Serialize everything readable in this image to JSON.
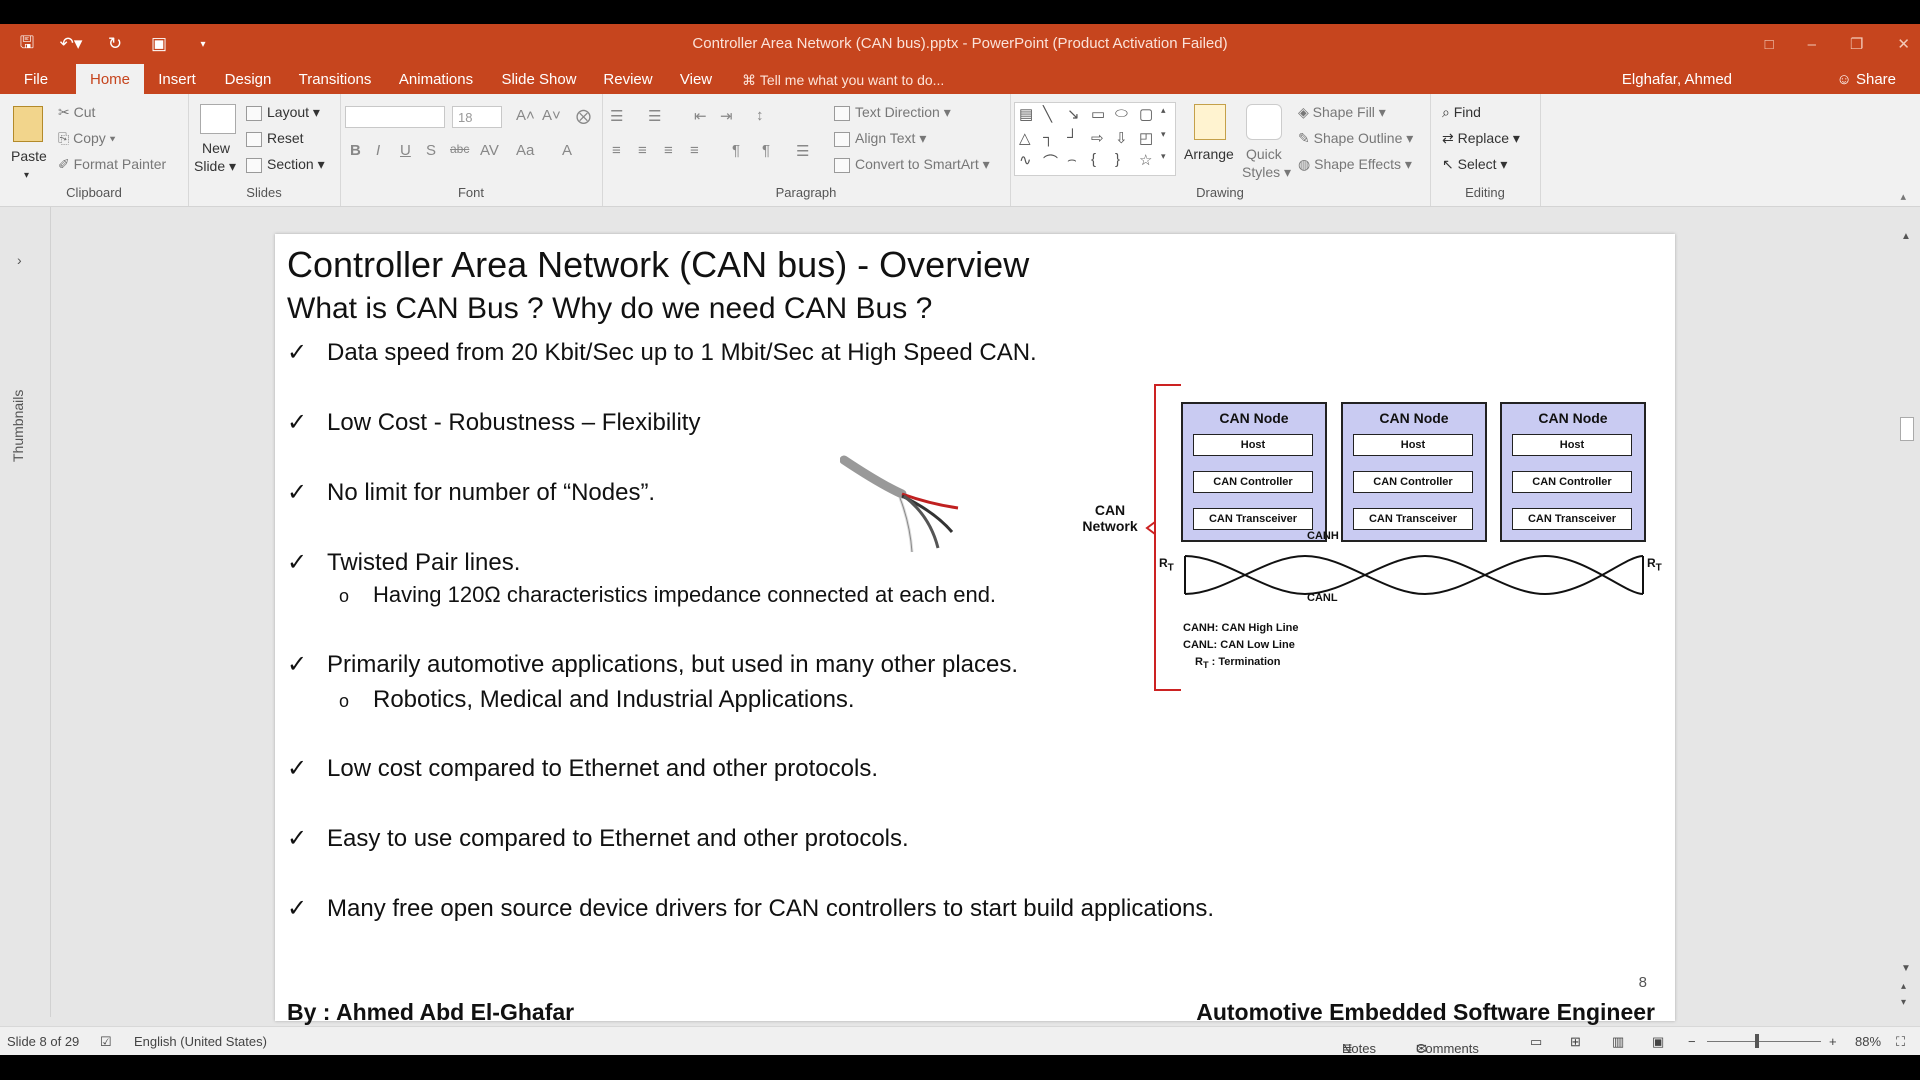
{
  "window": {
    "title": "Controller Area Network (CAN bus).pptx - PowerPoint (Product Activation Failed)"
  },
  "tabs": [
    "File",
    "Home",
    "Insert",
    "Design",
    "Transitions",
    "Animations",
    "Slide Show",
    "Review",
    "View"
  ],
  "tell_me": "Tell me what you want to do...",
  "user_name": "Elghafar, Ahmed",
  "share_label": "Share",
  "ribbon": {
    "clipboard": {
      "paste": "Paste",
      "cut": "Cut",
      "copy": "Copy",
      "format_painter": "Format Painter",
      "label": "Clipboard"
    },
    "slides": {
      "new_slide_1": "New",
      "new_slide_2": "Slide",
      "layout": "Layout",
      "reset": "Reset",
      "section": "Section",
      "label": "Slides"
    },
    "font": {
      "size": "18",
      "label": "Font"
    },
    "paragraph": {
      "text_direction": "Text Direction",
      "align_text": "Align Text",
      "convert_smartart": "Convert to SmartArt",
      "label": "Paragraph"
    },
    "drawing": {
      "arrange": "Arrange",
      "quick_styles_1": "Quick",
      "quick_styles_2": "Styles",
      "shape_fill": "Shape Fill",
      "shape_outline": "Shape Outline",
      "shape_effects": "Shape Effects",
      "label": "Drawing"
    },
    "editing": {
      "find": "Find",
      "replace": "Replace",
      "select": "Select",
      "label": "Editing"
    }
  },
  "thumbnails_label": "Thumbnails",
  "slide": {
    "title": "Controller Area Network (CAN bus) - Overview",
    "subtitle": "What is CAN Bus ? Why do we need CAN Bus ?",
    "bullets": [
      "Data speed from 20 Kbit/Sec up to 1 Mbit/Sec at High Speed CAN.",
      "Low Cost - Robustness – Flexibility",
      "No limit for number of “Nodes”.",
      "Twisted Pair lines.",
      "Primarily automotive applications, but used in many other places.",
      "Low cost compared to Ethernet and other protocols.",
      "Easy to use compared to Ethernet and other protocols.",
      "Many free open source device drivers for CAN controllers to start build applications."
    ],
    "subbullets": [
      "Having 120Ω characteristics impedance connected at each end.",
      "Robotics, Medical and Industrial Applications."
    ],
    "footer_left": "By : Ahmed Abd El-Ghafar",
    "footer_right": "Automotive Embedded Software Engineer",
    "page_number": "8",
    "diagram": {
      "node_title": "CAN Node",
      "host": "Host",
      "controller": "CAN Controller",
      "transceiver": "CAN Transceiver",
      "network_1": "CAN",
      "network_2": "Network",
      "canh": "CANH",
      "canl": "CANL",
      "rt": "R",
      "rt_sub": "T",
      "legend_canh": "CANH:   CAN High Line",
      "legend_canl": "CANL:   CAN Low Line",
      "legend_rt": "  :   Termination"
    }
  },
  "status": {
    "slide_info": "Slide 8 of 29",
    "language": "English (United States)",
    "notes": "Notes",
    "comments": "Comments",
    "zoom": "88%"
  },
  "colors": {
    "accent": "#c6451e",
    "node_fill": "#c9cbf2",
    "bracket": "#cc2222"
  }
}
